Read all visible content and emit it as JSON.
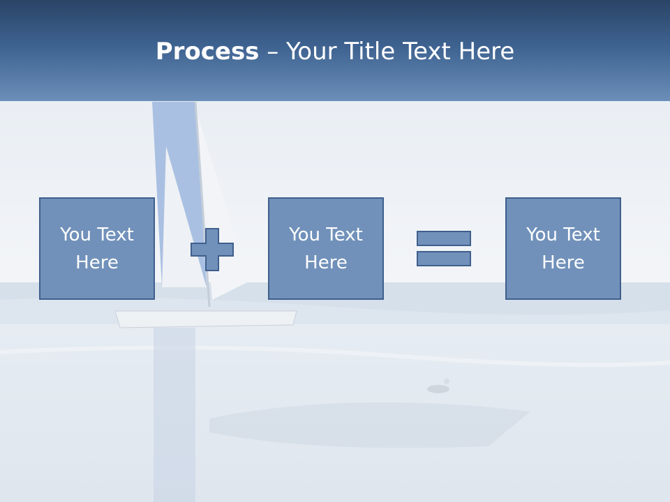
{
  "slide": {
    "title": {
      "bold": "Process",
      "rest": " – Your Title Text Here"
    },
    "boxes": [
      {
        "text": "You Text Here"
      },
      {
        "text": "You Text Here"
      },
      {
        "text": "You Text Here"
      }
    ],
    "operators": [
      "plus-icon",
      "equals-icon"
    ]
  },
  "colors": {
    "header": "#3e6290",
    "box_fill": "#7191ba",
    "box_border": "#3f5f8c",
    "text": "#ffffff"
  }
}
